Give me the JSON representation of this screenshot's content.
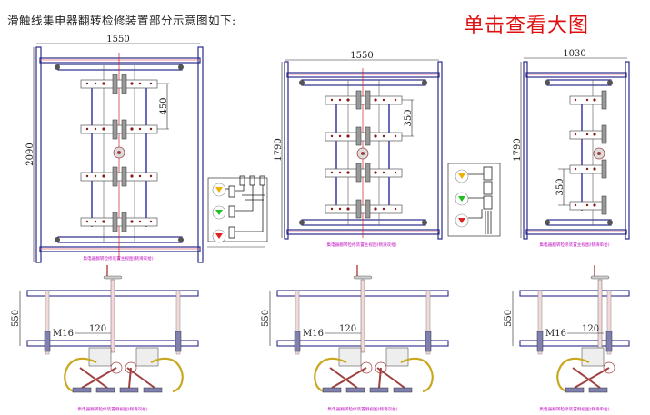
{
  "header": {
    "intro_text": "滑触线集电器翻转检修装置部分示意图如下:",
    "view_large_link": "单击查看大图"
  },
  "colors": {
    "link_red": "#e01010",
    "frame_blue": "#2a2a8a",
    "caption_magenta": "#c010c0",
    "cable_yellow": "#c9a820",
    "indicator_yellow": "#f0b000",
    "indicator_green": "#20c020",
    "indicator_red": "#e02020"
  },
  "drawings": {
    "top_views": [
      {
        "width_dim": "1550",
        "height_dim": "2090",
        "pitch_dim": "450",
        "caption": "集电器翻转检修装置主视图(侧滑双拾)"
      },
      {
        "width_dim": "1550",
        "height_dim": "1790",
        "pitch_dim": "350",
        "caption": "集电器翻转检修装置主视图(侧滑双拾)"
      },
      {
        "width_dim": "1030",
        "height_dim": "1790",
        "pitch_dim": "350",
        "caption": "集电器翻转检修装置主视图(侧滑单拾)"
      }
    ],
    "side_views": [
      {
        "height_dim": "550",
        "bolt_dim": "M16",
        "spacing_dim": "120",
        "caption": "集电器翻转检修装置侧视图(侧滑双拾)"
      },
      {
        "height_dim": "550",
        "bolt_dim": "M16",
        "spacing_dim": "120",
        "caption": "集电器翻转检修装置侧视图(侧滑双拾)"
      },
      {
        "height_dim": "550",
        "bolt_dim": "M16",
        "spacing_dim": "120",
        "caption": "集电器翻转检修装置侧视图(侧滑单拾)"
      }
    ],
    "schematics": [
      {
        "indicators": [
          "yellow",
          "green",
          "red"
        ]
      },
      {
        "indicators": [
          "yellow",
          "green",
          "red"
        ]
      }
    ]
  }
}
